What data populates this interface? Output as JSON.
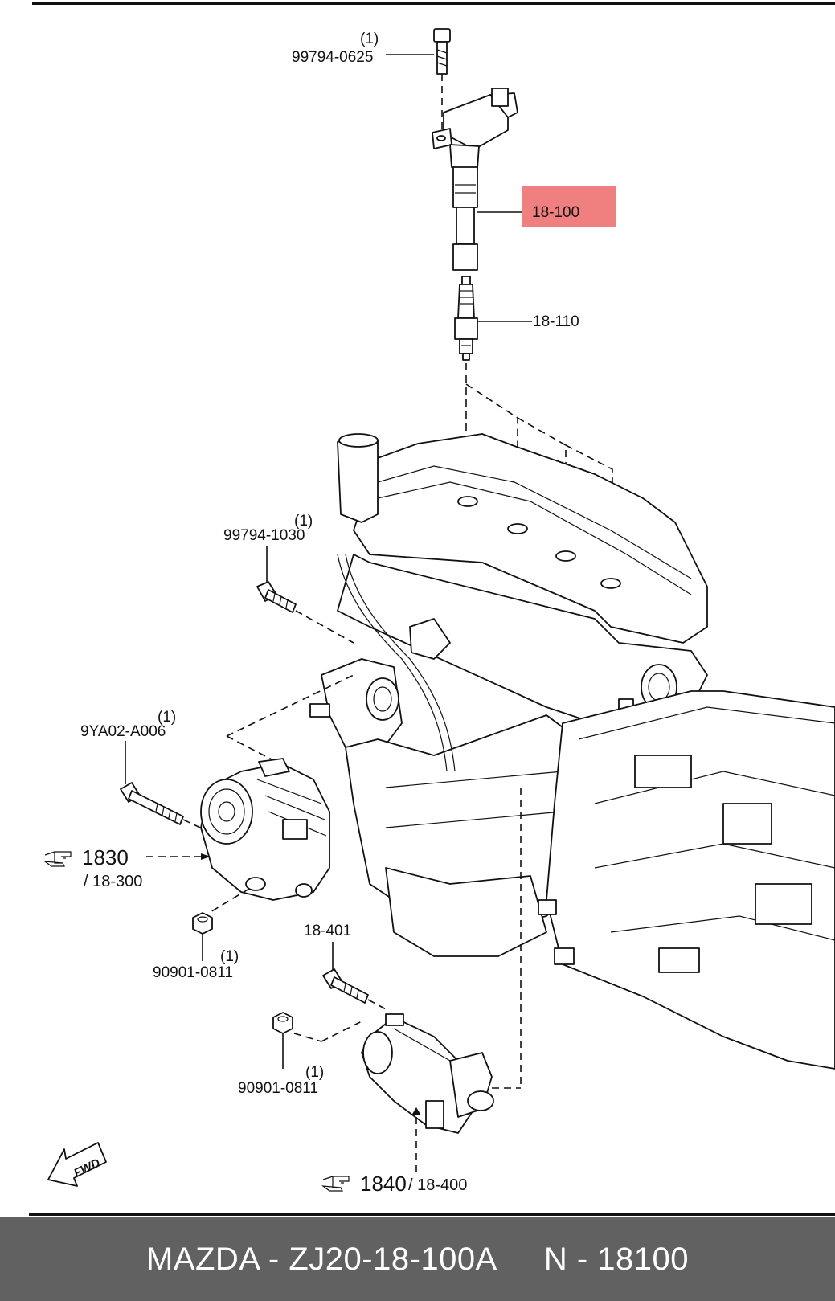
{
  "callouts": {
    "bolt_top": {
      "part": "99794-0625",
      "qty": "(1)"
    },
    "ignition_coil": {
      "part": "18-100",
      "highlight": "#f08080"
    },
    "spark_plug": {
      "part": "18-110"
    },
    "bolt_engine": {
      "part": "99794-1030",
      "qty": "(1)"
    },
    "bolt_alternator": {
      "part": "9YA02-A006",
      "qty": "(1)"
    },
    "alternator_ref": {
      "number": "1830",
      "sub": "/ 18-300"
    },
    "nut_alternator": {
      "part": "90901-0811",
      "qty": "(1)"
    },
    "bolt_starter": {
      "part": "18-401"
    },
    "nut_starter": {
      "part": "90901-0811",
      "qty": "(1)"
    },
    "starter_ref": {
      "number": "1840",
      "sub": "/ 18-400"
    },
    "fwd_arrow": {
      "label": "FWD"
    }
  },
  "footer": {
    "brand_part": "MAZDA - ZJ20-18-100A",
    "ref": "N - 18100"
  }
}
